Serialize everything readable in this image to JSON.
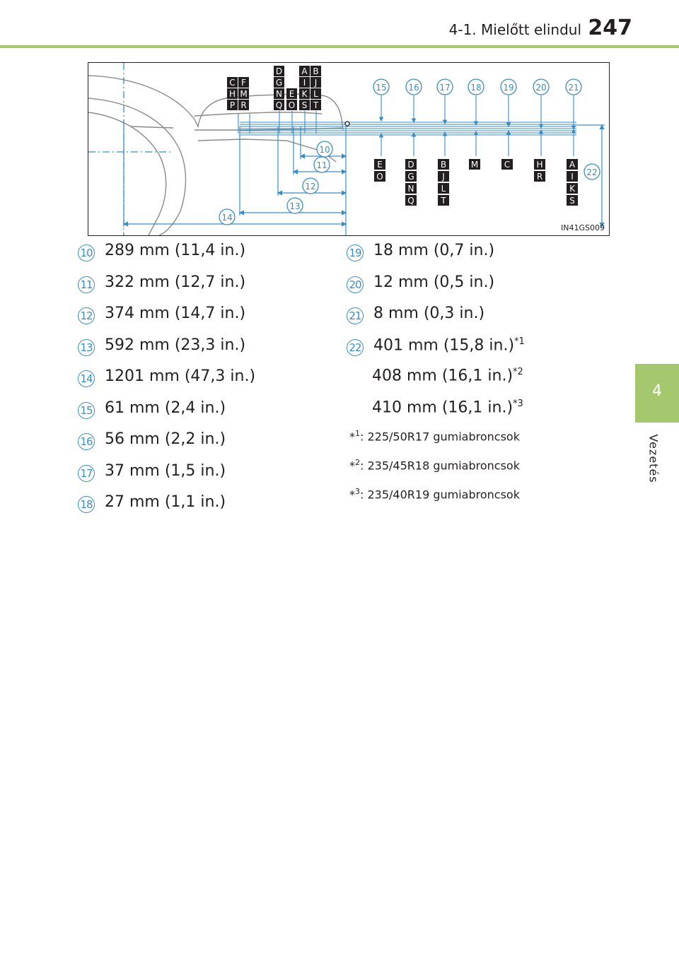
{
  "header": {
    "section_title": "4-1. Mielőtt elindul",
    "page_number": "247"
  },
  "side_tab": {
    "number": "4",
    "label": "Vezetés"
  },
  "figure": {
    "image_id": "IN41GS009",
    "callouts": [
      "10",
      "11",
      "12",
      "13",
      "14",
      "15",
      "16",
      "17",
      "18",
      "19",
      "20",
      "21",
      "22"
    ],
    "top_labels": [
      "C",
      "F",
      "H",
      "M",
      "P",
      "R",
      "D",
      "G",
      "N",
      "Q",
      "E",
      "O",
      "A",
      "B",
      "I",
      "J",
      "K",
      "L",
      "S",
      "T"
    ],
    "point_groups": [
      [
        "E",
        "O"
      ],
      [
        "D",
        "G",
        "N",
        "Q"
      ],
      [
        "B",
        "J",
        "L",
        "T"
      ],
      [
        "M"
      ],
      [
        "C"
      ],
      [
        "H",
        "R"
      ],
      [
        "A",
        "I",
        "K",
        "S"
      ]
    ]
  },
  "measurements_left": [
    {
      "marker": "10",
      "value": "289 mm (11,4 in.)"
    },
    {
      "marker": "11",
      "value": "322 mm (12,7 in.)"
    },
    {
      "marker": "12",
      "value": "374 mm (14,7 in.)"
    },
    {
      "marker": "13",
      "value": "592 mm (23,3 in.)"
    },
    {
      "marker": "14",
      "value": "1201 mm (47,3 in.)"
    },
    {
      "marker": "15",
      "value": "61 mm (2,4 in.)"
    },
    {
      "marker": "16",
      "value": "56 mm (2,2 in.)"
    },
    {
      "marker": "17",
      "value": "37 mm (1,5 in.)"
    },
    {
      "marker": "18",
      "value": "27 mm (1,1 in.)"
    }
  ],
  "measurements_right": [
    {
      "marker": "19",
      "value": "18 mm (0,7 in.)"
    },
    {
      "marker": "20",
      "value": "12 mm (0,5 in.)"
    },
    {
      "marker": "21",
      "value": "8 mm (0,3 in.)"
    },
    {
      "marker": "22",
      "value": "401 mm (15,8 in.)",
      "note_ref": "*1"
    }
  ],
  "measurement_22_extra": [
    {
      "value": "408 mm (16,1 in.)",
      "note_ref": "*2"
    },
    {
      "value": "410 mm (16,1 in.)",
      "note_ref": "*3"
    }
  ],
  "footnotes": [
    {
      "ref": "1",
      "text": ": 225/50R17 gumiabroncsok"
    },
    {
      "ref": "2",
      "text": ": 235/45R18 gumiabroncsok"
    },
    {
      "ref": "3",
      "text": ": 235/40R19 gumiabroncsok"
    }
  ],
  "colors": {
    "accent_green": "#a5c86f",
    "callout_blue": "#3a8dc5",
    "text": "#231f20"
  }
}
